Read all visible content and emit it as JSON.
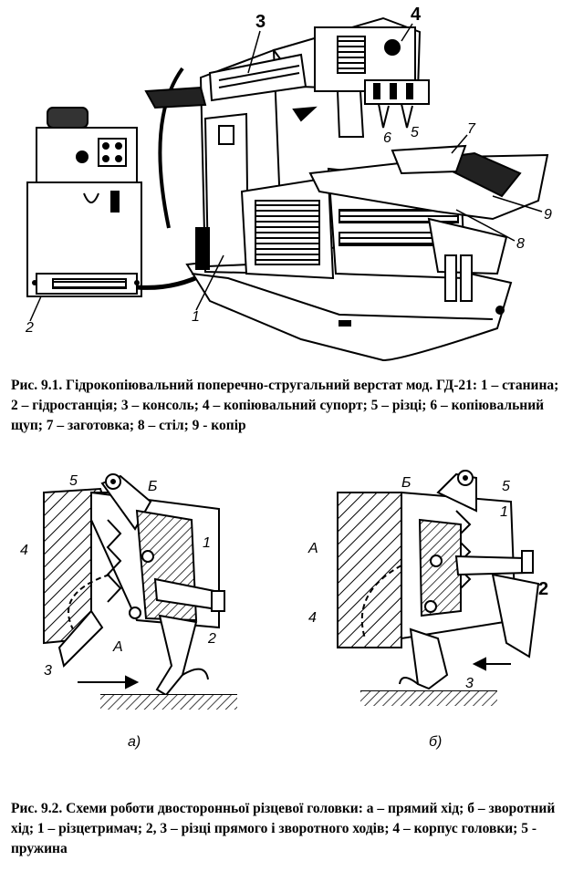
{
  "figure1": {
    "labels": {
      "n1": "1",
      "n2": "2",
      "n3": "3",
      "n4": "4",
      "n5": "5",
      "n6": "6",
      "n7": "7",
      "n8": "8",
      "n9": "9"
    },
    "caption": "Рис. 9.1. Гідрокопіювальний поперечно-стругальний верстат мод. ГД-21: 1 – станина; 2 – гідростанція; 3 – консоль; 4 – копіювальний супорт; 5 – різці; 6 – копіювальний щуп; 7 – заготовка; 8 – стіл; 9 - копір"
  },
  "figure2": {
    "left": {
      "n5": "5",
      "nB": "Б",
      "n4": "4",
      "n1": "1",
      "n2": "2",
      "nA": "А",
      "n3": "3",
      "sub": "а)"
    },
    "right": {
      "n5": "5",
      "nB": "Б",
      "n1": "1",
      "nA": "А",
      "n2": "2",
      "n4": "4",
      "n3": "3",
      "sub": "б)"
    },
    "caption": "Рис. 9.2. Схеми роботи двосторонньої різцевої головки: а – прямий хід; б – зворотний хід; 1 – різцетримач; 2, 3 – різці прямого і зворотного ходів; 4 – корпус головки; 5 - пружина"
  }
}
